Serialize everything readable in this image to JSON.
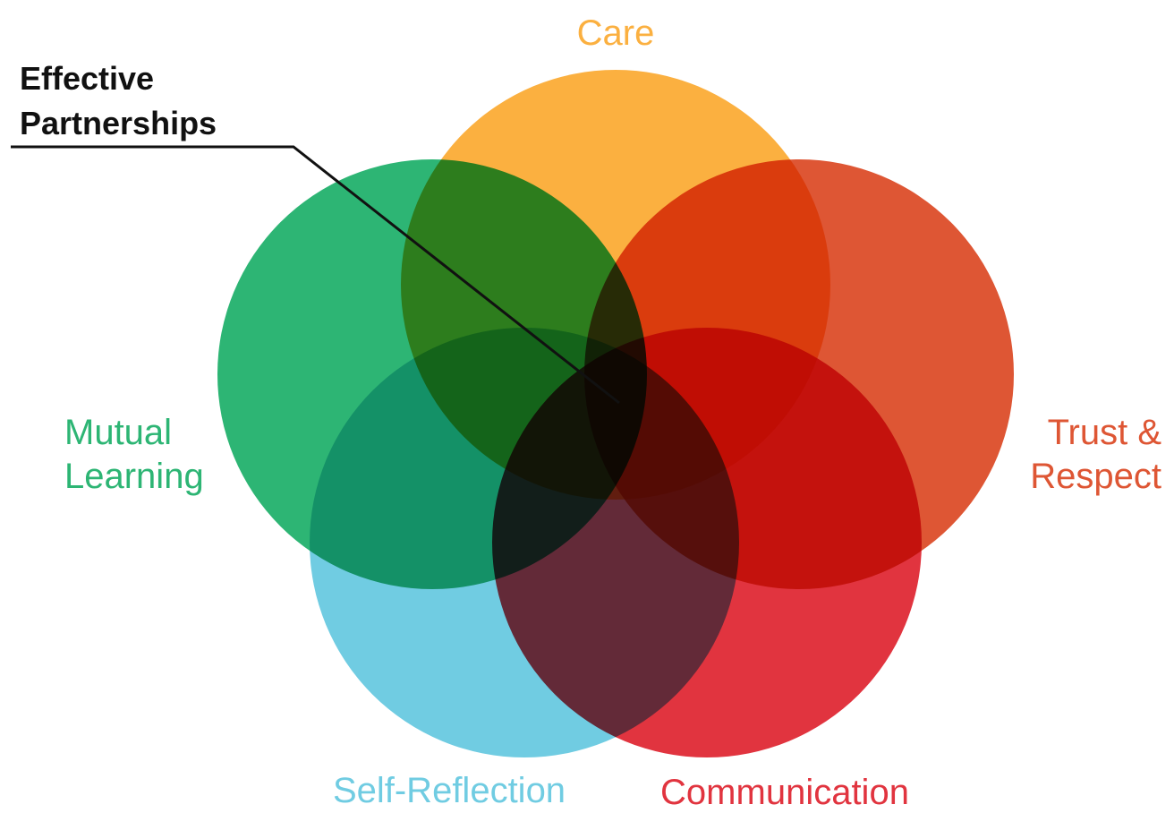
{
  "diagram": {
    "center_label": {
      "line1": "Effective",
      "line2": "Partnerships"
    },
    "circles": [
      {
        "key": "care",
        "label_line1": "Care",
        "label_line2": "",
        "color": "#FBB040"
      },
      {
        "key": "trust",
        "label_line1": "Trust &",
        "label_line2": "Respect",
        "color": "#DE5634"
      },
      {
        "key": "communication",
        "label_line1": "Communication",
        "label_line2": "",
        "color": "#E1343F"
      },
      {
        "key": "self-reflection",
        "label_line1": "Self-Reflection",
        "label_line2": "",
        "color": "#70CCE2"
      },
      {
        "key": "mutual",
        "label_line1": "Mutual",
        "label_line2": "Learning",
        "color": "#2DB574"
      }
    ],
    "pointer_color": "#111111"
  }
}
